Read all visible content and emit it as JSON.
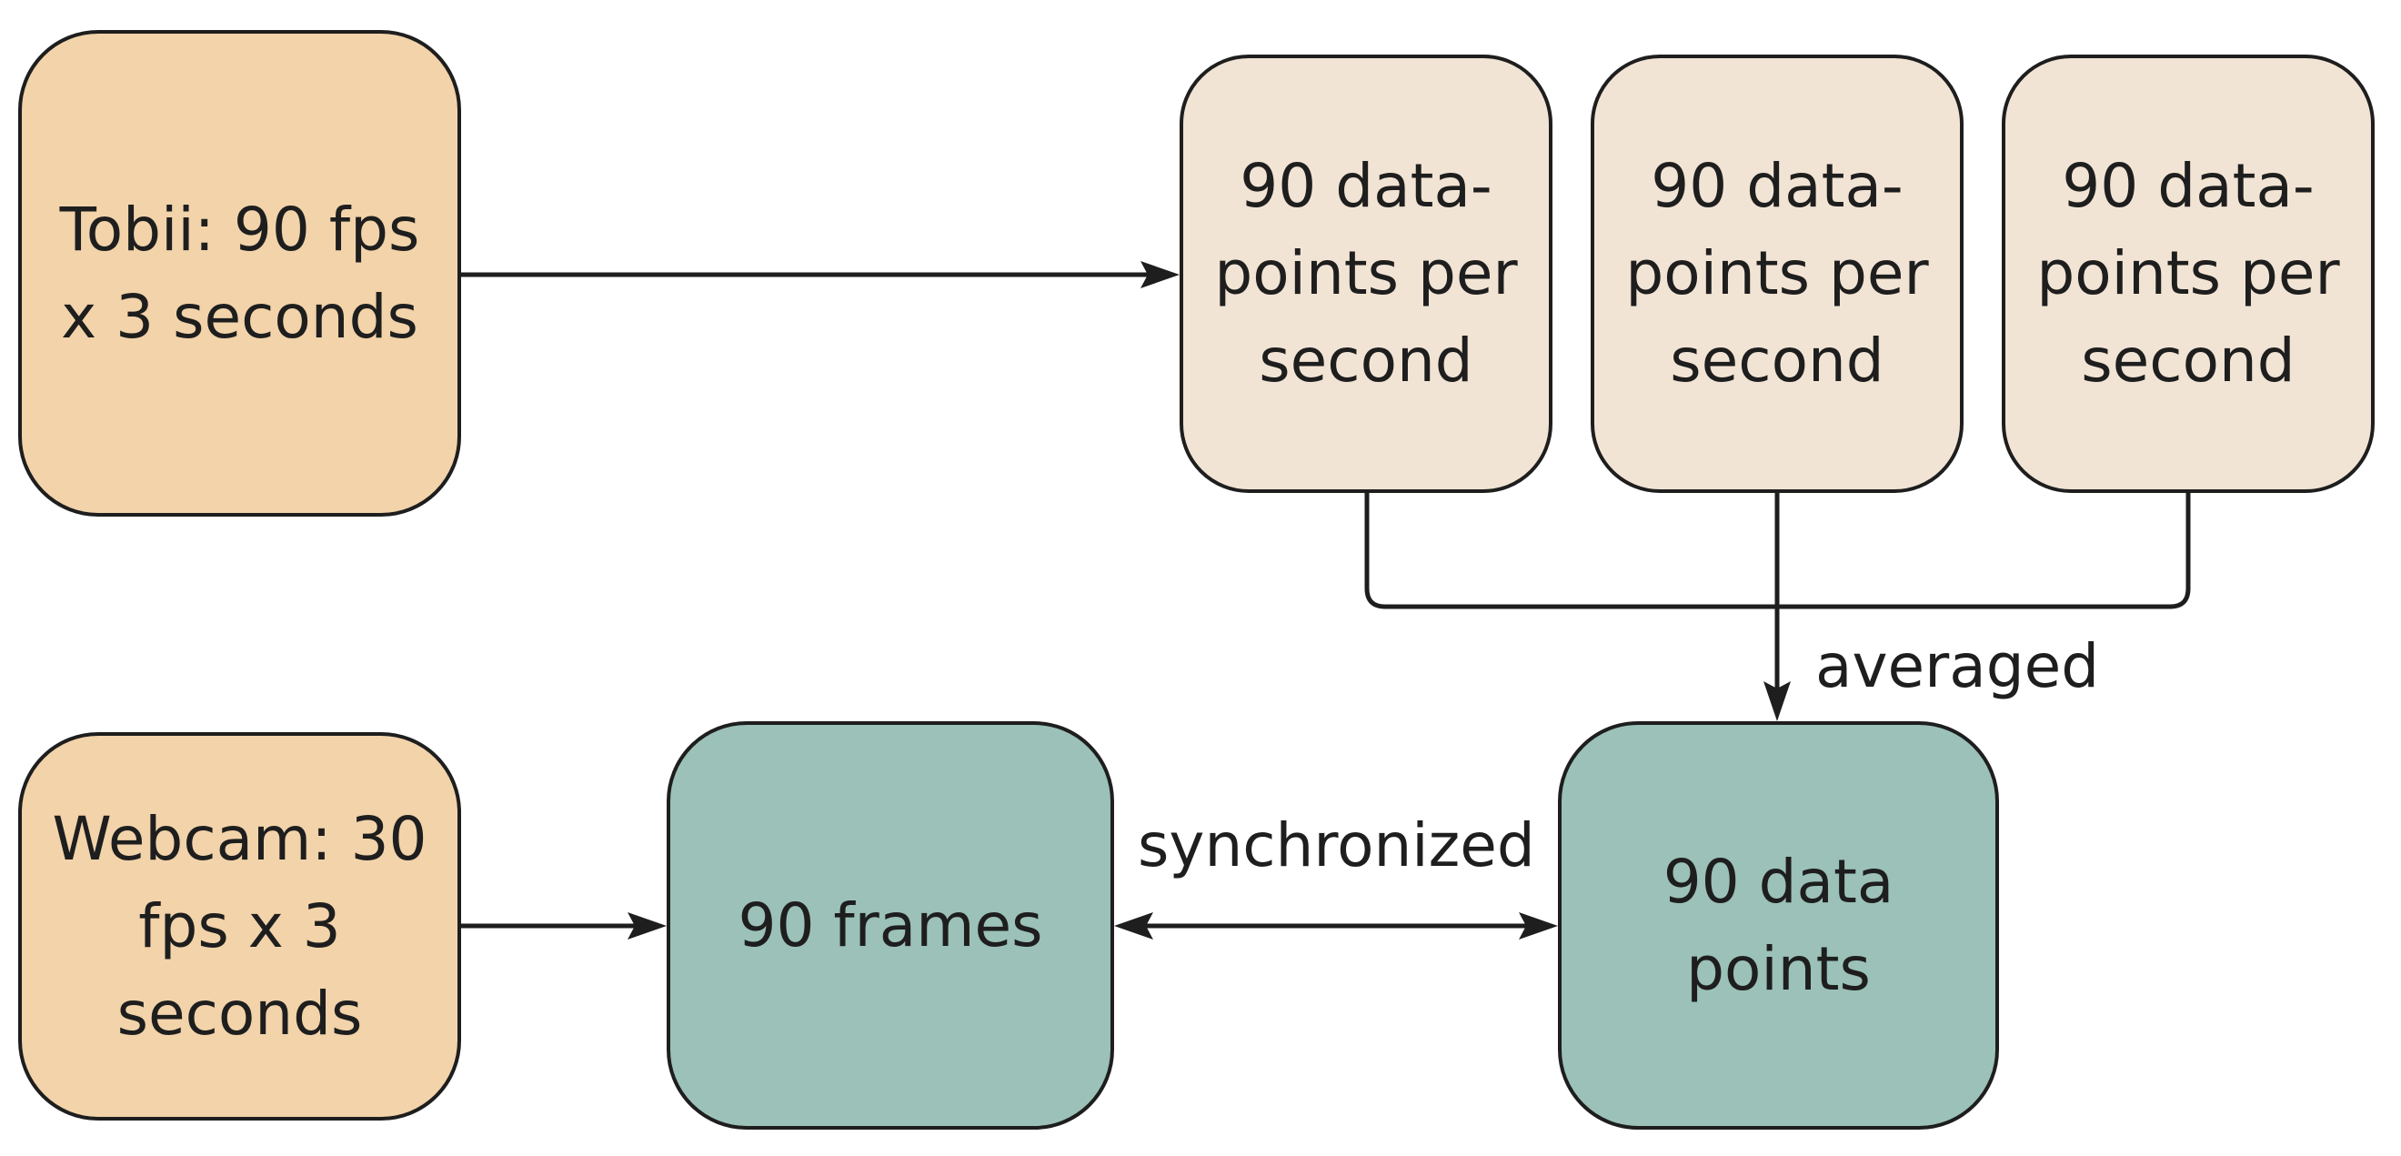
{
  "colors": {
    "source_fill": "#f2d3aa",
    "sample_fill": "#f2e4d4",
    "result_fill": "#9bc1b8",
    "stroke": "#1e1e1e"
  },
  "nodes": {
    "tobii": "Tobii: 90 fps\nx 3 seconds",
    "sample_1": "90 data-\npoints per\nsecond",
    "sample_2": "90 data-\npoints per\nsecond",
    "sample_3": "90 data-\npoints per\nsecond",
    "webcam": "Webcam: 30\nfps x 3\nseconds",
    "frames": "90 frames",
    "data_points": "90 data\npoints"
  },
  "labels": {
    "averaged": "averaged",
    "synchronized": "synchronized"
  }
}
